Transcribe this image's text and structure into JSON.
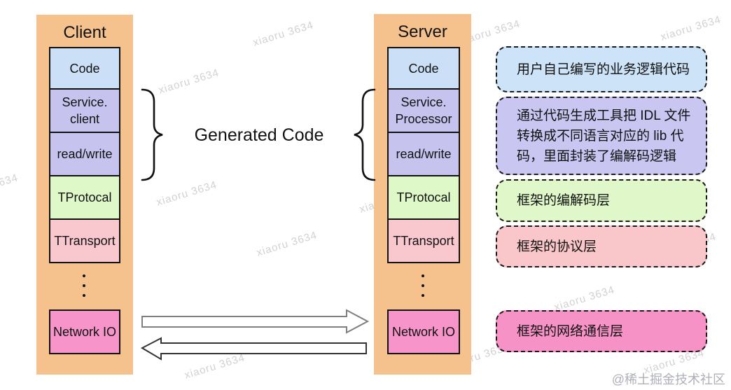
{
  "watermark": {
    "text": "xiaoru 3634"
  },
  "credit": "@稀土掘金技术社区",
  "colors": {
    "column_bg": "#F5C28E",
    "blue": "#CBE0F6",
    "purple": "#C6C4EE",
    "green": "#DFF8C8",
    "pink": "#F8C8CE",
    "magenta": "#F794C9",
    "ann_blue": "#CDE3F8",
    "ann_purple": "#C9C6F1",
    "ann_green": "#E0F8C9",
    "ann_pink": "#F9C7CA",
    "ann_magenta": "#F792C7",
    "box_border": "#111111",
    "arrow_outline_top": "#7F7F7F",
    "arrow_outline_bottom": "#333333"
  },
  "diagram": {
    "center_label": "Generated Code",
    "client": {
      "title": "Client",
      "boxes": [
        {
          "label": "Code",
          "color": "#CBE0F6"
        },
        {
          "label": "Service.\nclient",
          "color": "#C6C4EE"
        },
        {
          "label": "read/write",
          "color": "#C6C4EE"
        },
        {
          "label": "TProtocal",
          "color": "#DFF8C8"
        },
        {
          "label": "TTransport",
          "color": "#F8C8CE"
        },
        {
          "label": "Network IO",
          "color": "#F794C9"
        }
      ]
    },
    "server": {
      "title": "Server",
      "boxes": [
        {
          "label": "Code",
          "color": "#CBE0F6"
        },
        {
          "label": "Service.\nProcessor",
          "color": "#C6C4EE"
        },
        {
          "label": "read/write",
          "color": "#C6C4EE"
        },
        {
          "label": "TProtocal",
          "color": "#DFF8C8"
        },
        {
          "label": "TTransport",
          "color": "#F8C8CE"
        },
        {
          "label": "Network IO",
          "color": "#F794C9"
        }
      ]
    },
    "annotations": [
      {
        "text": "用户自己编写的业务逻辑代码",
        "color": "#CDE3F8"
      },
      {
        "text": "通过代码生成工具把 IDL 文件\n转换成不同语言对应的 lib 代\n码，里面封装了编解码逻辑",
        "color": "#C9C6F1"
      },
      {
        "text": "框架的编解码层",
        "color": "#E0F8C9"
      },
      {
        "text": "框架的协议层",
        "color": "#F9C7CA"
      },
      {
        "text": "框架的网络通信层",
        "color": "#F792C7"
      }
    ]
  }
}
